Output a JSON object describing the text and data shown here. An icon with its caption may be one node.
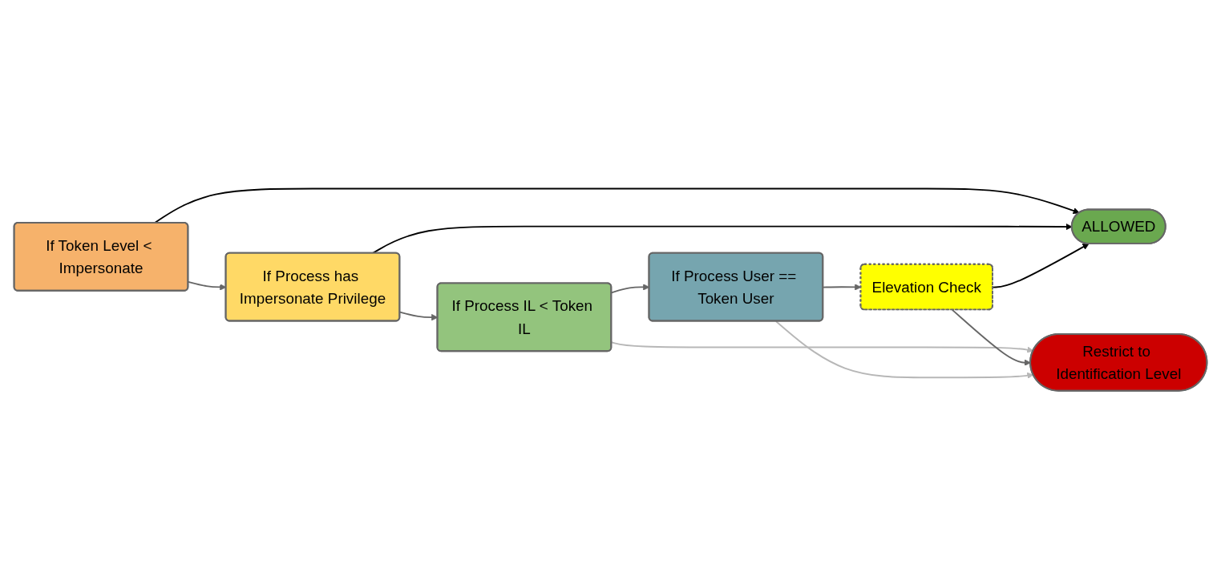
{
  "diagram": {
    "nodes": [
      {
        "text": [
          "If Token Level < Impersonate"
        ]
      },
      {
        "text": [
          "If Process has Impersonate Privilege"
        ]
      },
      {
        "text": [
          "If Process IL < Token IL"
        ]
      },
      {
        "text": [
          "If Process User == Token User"
        ]
      },
      {
        "text": [
          "Elevation Check"
        ]
      },
      {
        "text": [
          "ALLOWED"
        ]
      },
      {
        "text": [
          "Restrict to Identification Level"
        ]
      }
    ],
    "edges": [
      {
        "from": 0,
        "to": 1,
        "arrow": "to"
      },
      {
        "from": 1,
        "to": 2,
        "arrow": "to"
      },
      {
        "from": 2,
        "to": 3,
        "arrow": "to"
      },
      {
        "from": 3,
        "to": 4,
        "arrow": "to"
      },
      {
        "from": 0,
        "to": 5,
        "arrow": "to",
        "color": "#000000"
      },
      {
        "from": 1,
        "to": 5,
        "arrow": "to",
        "color": "#000000"
      },
      {
        "from": 4,
        "to": 5,
        "arrow": "to",
        "color": "#000000"
      },
      {
        "from": 2,
        "to": 6,
        "arrow": "to",
        "color": "#b7b7b7"
      },
      {
        "from": 4,
        "to": 6,
        "arrow": "to"
      },
      {
        "from": 3,
        "to": 6,
        "arrow": "to",
        "color": "#b7b7b7"
      }
    ]
  }
}
